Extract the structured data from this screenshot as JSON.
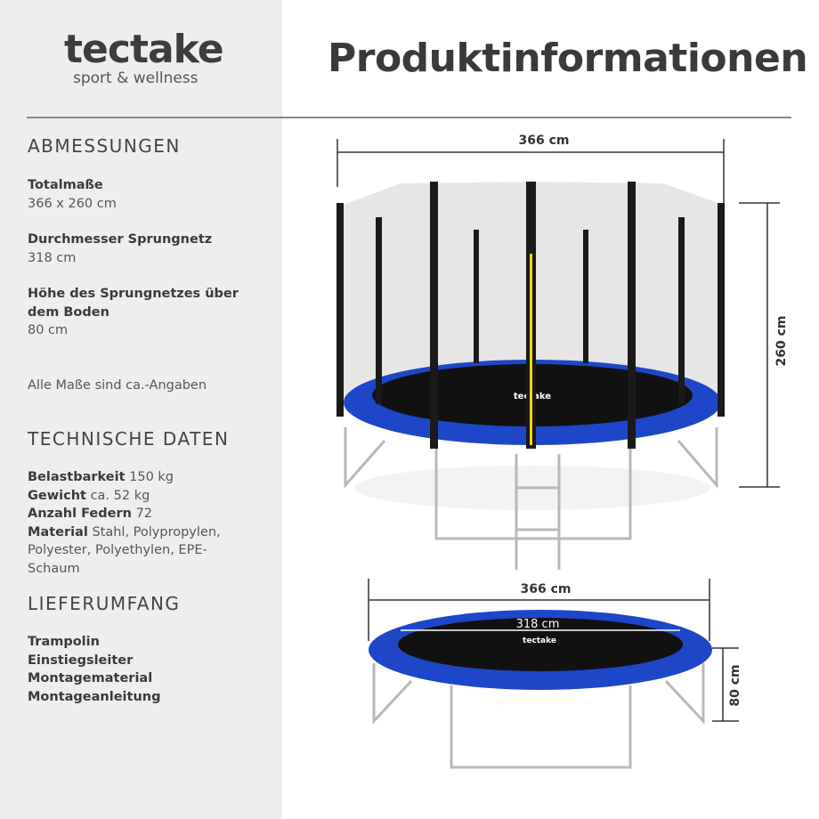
{
  "logo": {
    "brand": "tectake",
    "tagline": "sport & wellness"
  },
  "title": "Produktinformationen",
  "sections": {
    "dimensions": {
      "heading": "ABMESSUNGEN",
      "items": [
        {
          "label": "Totalmaße",
          "value": "366 x 260 cm"
        },
        {
          "label": "Durchmesser Sprungnetz",
          "value": "318 cm"
        },
        {
          "label": "Höhe des Sprungnetzes über dem Boden",
          "value": "80 cm"
        }
      ],
      "note": "Alle Maße sind ca.-Angaben"
    },
    "technical": {
      "heading": "TECHNISCHE DATEN",
      "items": [
        {
          "label": "Belastbarkeit",
          "value": "150 kg"
        },
        {
          "label": "Gewicht",
          "value": "ca. 52 kg"
        },
        {
          "label": "Anzahl Federn",
          "value": "72"
        },
        {
          "label": "Material",
          "value": "Stahl, Polypropylen, Polyester,  Polyethylen, EPE-Schaum"
        }
      ]
    },
    "delivery": {
      "heading": "LIEFERUMFANG",
      "items": [
        "Trampolin",
        "Einstiegsleiter",
        "Montagematerial",
        "Montageanleitung"
      ]
    }
  },
  "figure": {
    "top_width": "366 cm",
    "top_height": "260 cm",
    "bottom_width": "366 cm",
    "bottom_mat": "318 cm",
    "bottom_height": "80 cm",
    "mat_logo": "tectake",
    "colors": {
      "pad": "#1e46c8",
      "mat": "#111111",
      "frame": "#b8b8b8",
      "pole": "#1a1a1a",
      "zip": "#f2d21b"
    }
  }
}
